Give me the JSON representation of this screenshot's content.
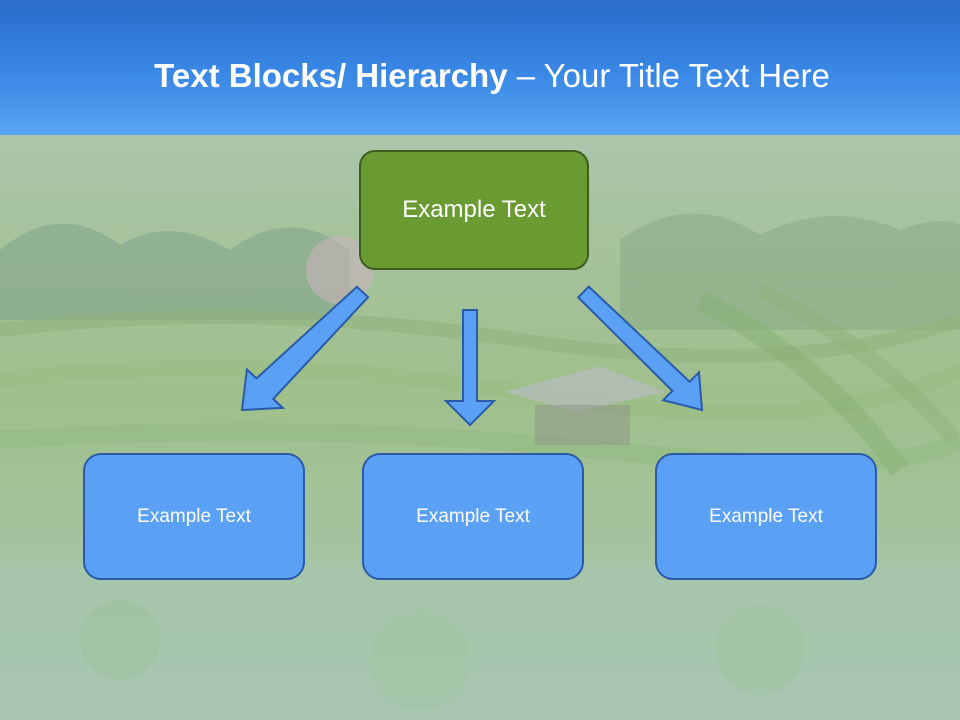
{
  "slide": {
    "title_bold": "Text Blocks/ Hierarchy",
    "title_dash": " – ",
    "title_rest": "Your Title Text Here"
  },
  "hierarchy": {
    "root": {
      "label": "Example Text",
      "fill": "#6a9a32"
    },
    "children": [
      {
        "label": "Example Text"
      },
      {
        "label": "Example Text"
      },
      {
        "label": "Example Text"
      }
    ],
    "child_fill": "#5aa0f4",
    "arrow_fill": "#5aa0f4"
  },
  "background": {
    "scene": "tea-plantation-terraces"
  }
}
